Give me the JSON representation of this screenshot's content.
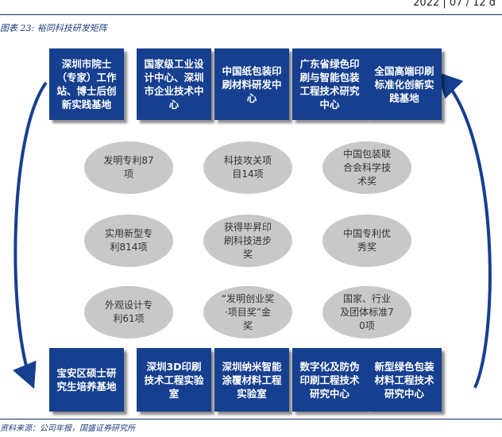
{
  "header": {
    "date": "2022 | 07 / 12 d"
  },
  "figure": {
    "title": "图表 23: 裕同科技研发矩阵",
    "source": "资料来源：公司年报，国盛证券研究所"
  },
  "top_boxes": [
    "深圳市院士（专家）工作站、博士后创新实践基地",
    "国家级工业设计中心、深圳市企业技术中心",
    "中国纸包装印刷材料研发中心",
    "广东省绿色印刷与智能包装工程技术研究中心",
    "全国高端印刷标准化创新实践基地"
  ],
  "ovals": [
    [
      "发明专利87项",
      "科技攻关项目14项",
      "中国包装联合会科学技术奖"
    ],
    [
      "实用新型专利814项",
      "获得毕昇印刷科技进步奖",
      "中国专利优秀奖"
    ],
    [
      "外观设计专利61项",
      "“发明创业奖·项目奖”金奖",
      "国家、行业及团体标准70项"
    ]
  ],
  "bottom_boxes": [
    "宝安区硕士研究生培养基地",
    "深圳3D印刷技术工程实验室",
    "深圳纳米智能涂覆材料工程实验室",
    "数字化及防伪印刷工程技术研究中心",
    "新型绿色包装材料工程技术研究中心"
  ],
  "colors": {
    "box": "#163f8f",
    "oval": "#c8c8c8",
    "rule": "#1a2e6b",
    "caption": "#1f3d7a"
  }
}
